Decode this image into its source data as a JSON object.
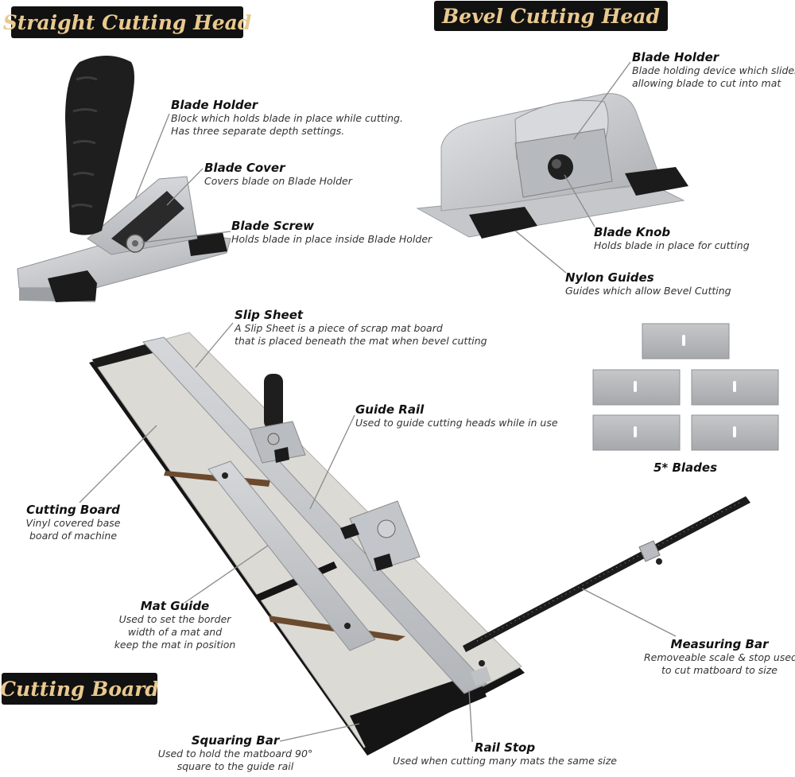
{
  "banners": {
    "straight": "Straight Cutting Head",
    "bevel": "Bevel Cutting Head",
    "board": "Cutting Board"
  },
  "labels": {
    "blade_holder_s": {
      "title": "Blade Holder",
      "desc": [
        "Block which holds blade in place while cutting.",
        "Has three separate depth settings."
      ]
    },
    "blade_cover": {
      "title": "Blade Cover",
      "desc": [
        "Covers blade on Blade Holder"
      ]
    },
    "blade_screw": {
      "title": "Blade Screw",
      "desc": [
        "Holds blade in place inside Blade Holder"
      ]
    },
    "blade_holder_b": {
      "title": "Blade Holder",
      "desc": [
        "Blade holding device which slides,",
        "allowing blade to cut into mat"
      ]
    },
    "blade_knob": {
      "title": "Blade Knob",
      "desc": [
        "Holds blade in place for cutting"
      ]
    },
    "nylon_guides": {
      "title": "Nylon Guides",
      "desc": [
        "Guides which allow Bevel Cutting"
      ]
    },
    "slip_sheet": {
      "title": "Slip Sheet",
      "desc": [
        "A Slip Sheet is a piece of scrap mat board",
        "that is placed beneath the mat when bevel cutting"
      ]
    },
    "guide_rail": {
      "title": "Guide Rail",
      "desc": [
        "Used to guide cutting heads while in use"
      ]
    },
    "blades": {
      "title": "5* Blades"
    },
    "cutting_board": {
      "title": "Cutting Board",
      "desc": [
        "Vinyl covered base",
        "board of machine"
      ]
    },
    "mat_guide": {
      "title": "Mat Guide",
      "desc": [
        "Used to set the border",
        "width of a mat and",
        "keep the mat in position"
      ]
    },
    "measuring_bar": {
      "title": "Measuring Bar",
      "desc": [
        "Removeable scale & stop used",
        "to cut matboard to size"
      ]
    },
    "squaring_bar": {
      "title": "Squaring Bar",
      "desc": [
        "Used to hold the matboard 90°",
        "square to the guide rail"
      ]
    },
    "rail_stop": {
      "title": "Rail Stop",
      "desc": [
        "Used when cutting many mats the same size"
      ]
    }
  },
  "colors": {
    "banner_bg": "#111111",
    "banner_text": "#e9c98f",
    "aluminum": "#c9cbce",
    "board_surface": "#dddbd6",
    "nylon": "#1c1c1c"
  }
}
